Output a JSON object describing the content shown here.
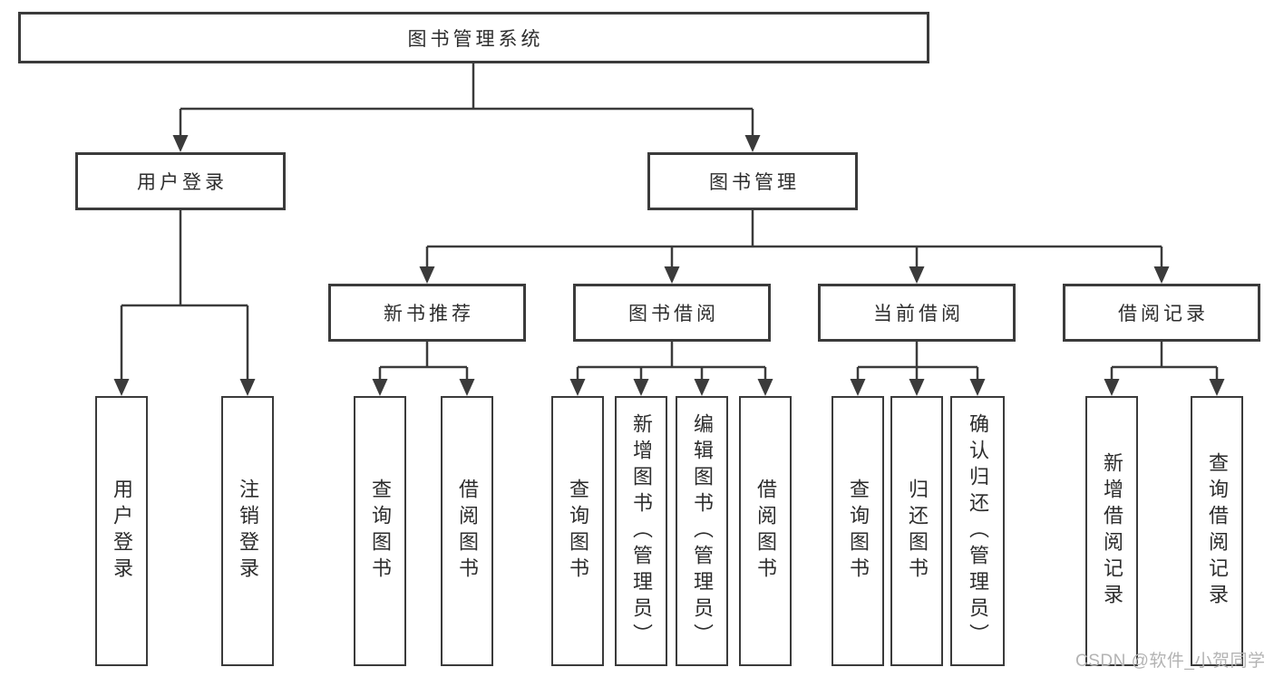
{
  "diagram": {
    "root": "图书管理系统",
    "level2": [
      "用户登录",
      "图书管理"
    ],
    "level3": [
      "新书推荐",
      "图书借阅",
      "当前借阅",
      "借阅记录"
    ],
    "leaves": {
      "user": [
        "用户登录",
        "注销登录"
      ],
      "recommend": [
        "查询图书",
        "借阅图书"
      ],
      "borrow": [
        "查询图书",
        "新增图书（管理员）",
        "编辑图书（管理员）",
        "借阅图书"
      ],
      "current": [
        "查询图书",
        "归还图书",
        "确认归还（管理员）"
      ],
      "record": [
        "新增借阅记录",
        "查询借阅记录"
      ]
    }
  },
  "watermark": "CSDN @软件_小贺同学",
  "colors": {
    "line": "#3b3b3b",
    "text": "#2d2d2d",
    "watermark": "#b3b3b3",
    "background": "#ffffff"
  }
}
